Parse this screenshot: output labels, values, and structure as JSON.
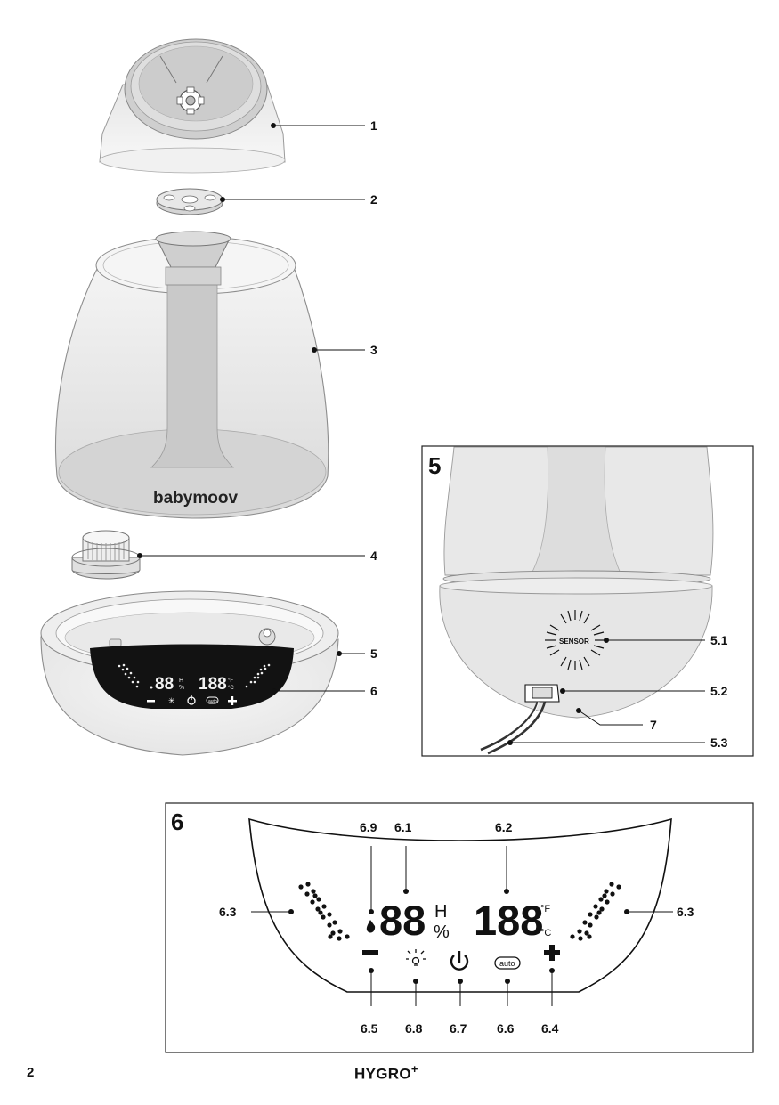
{
  "callouts": {
    "c1": "1",
    "c2": "2",
    "c3": "3",
    "c4": "4",
    "c5": "5",
    "c6": "6",
    "c7": "7",
    "c5_1": "5.1",
    "c5_2": "5.2",
    "c5_3": "5.3",
    "c6_1": "6.1",
    "c6_2": "6.2",
    "c6_3a": "6.3",
    "c6_3b": "6.3",
    "c6_4": "6.4",
    "c6_5": "6.5",
    "c6_6": "6.6",
    "c6_7": "6.7",
    "c6_8": "6.8",
    "c6_9": "6.9"
  },
  "detail5": {
    "number": "5",
    "sensor_text": "SENSOR"
  },
  "detail6": {
    "number": "6",
    "humidity_digits": "88",
    "humidity_unit_top": "H",
    "humidity_unit_bottom": "%",
    "temp_digits": "188",
    "temp_unit_f": "°F",
    "temp_unit_c": "°C",
    "auto_label": "auto"
  },
  "device": {
    "brand": "babymoov",
    "mini_hum": "88",
    "mini_temp": "188",
    "mini_auto": "auto"
  },
  "footer": {
    "page_number": "2",
    "title": "HYGRO",
    "title_sup": "+"
  }
}
